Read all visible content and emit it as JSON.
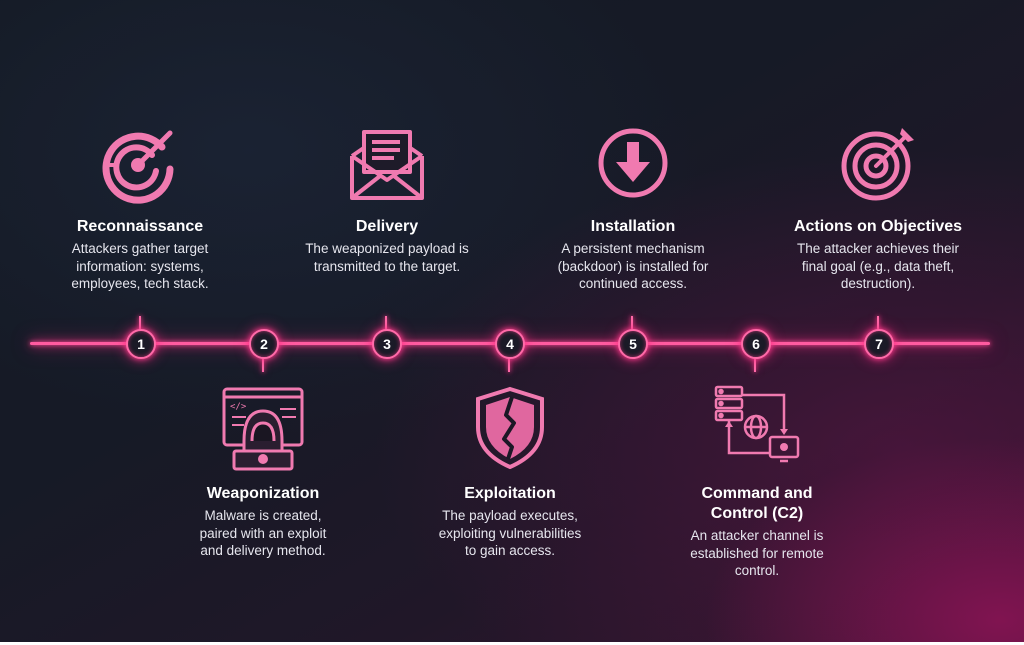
{
  "colors": {
    "accent": "#ff4d96",
    "icon_stroke": "#f07ab0",
    "background_dark": "#161a26",
    "background_glow": "#96145a"
  },
  "steps": [
    {
      "number": "1",
      "title": "Reconnaissance",
      "description": "Attackers gather target\ninformation: systems,\nemployees, tech stack.",
      "icon": "radar-target-icon"
    },
    {
      "number": "2",
      "title": "Weaponization",
      "description": "Malware is created,\npaired with an exploit\nand delivery method.",
      "icon": "hacker-computer-icon"
    },
    {
      "number": "3",
      "title": "Delivery",
      "description": "The weaponized payload is\ntransmitted to the target.",
      "icon": "envelope-icon"
    },
    {
      "number": "4",
      "title": "Exploitation",
      "description": "The payload executes,\nexploiting vulnerabilities\nto gain access.",
      "icon": "cracked-shield-icon"
    },
    {
      "number": "5",
      "title": "Installation",
      "description": "A persistent mechanism\n(backdoor) is installed for\ncontinued access.",
      "icon": "download-arrow-icon"
    },
    {
      "number": "6",
      "title": "Command and\nControl (C2)",
      "description": "An attacker channel is\nestablished for remote\ncontrol.",
      "icon": "server-network-icon"
    },
    {
      "number": "7",
      "title": "Actions on Objectives",
      "description": "The attacker achieves their\nfinal goal (e.g., data theft,\ndestruction).",
      "icon": "bullseye-arrow-icon"
    }
  ]
}
